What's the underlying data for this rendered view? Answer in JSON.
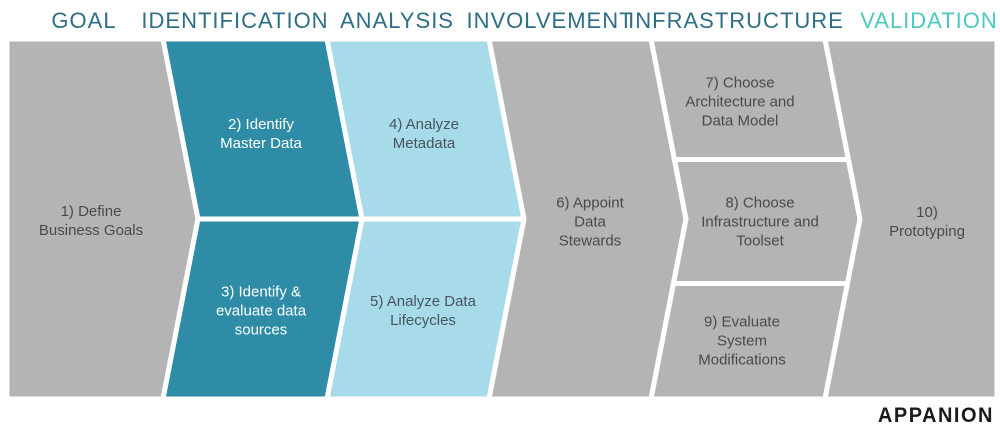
{
  "colors": {
    "gray": "#b4b4b4",
    "teal": "#2e8ca6",
    "lightblue": "#a8dbea",
    "header": "#2d6e86",
    "headerAccent": "#4cc8c0",
    "textDark": "#4a4a4a",
    "textOnTeal": "#ffffff",
    "textOnBlue": "#46555e",
    "brand": "#1b1b1b"
  },
  "phases": [
    {
      "label": "GOAL",
      "steps": [
        {
          "label": "1) Define\nBusiness Goals"
        }
      ]
    },
    {
      "label": "IDENTIFICATION",
      "steps": [
        {
          "label": "2) Identify\nMaster Data"
        },
        {
          "label": "3) Identify &\nevaluate data\nsources"
        }
      ]
    },
    {
      "label": "ANALYSIS",
      "steps": [
        {
          "label": "4) Analyze\nMetadata"
        },
        {
          "label": "5) Analyze Data\nLifecycles"
        }
      ]
    },
    {
      "label": "INVOLVEMENT",
      "steps": [
        {
          "label": "6) Appoint\nData\nStewards"
        }
      ]
    },
    {
      "label": "INFRASTRUCTURE",
      "steps": [
        {
          "label": "7) Choose\nArchitecture and\nData Model"
        },
        {
          "label": "8) Choose\nInfrastructure and\nToolset"
        },
        {
          "label": "9) Evaluate\nSystem\nModifications"
        }
      ]
    },
    {
      "label": "VALIDATION",
      "steps": [
        {
          "label": "10) Prototyping"
        }
      ]
    }
  ],
  "footer": {
    "brand": "APPANION"
  }
}
